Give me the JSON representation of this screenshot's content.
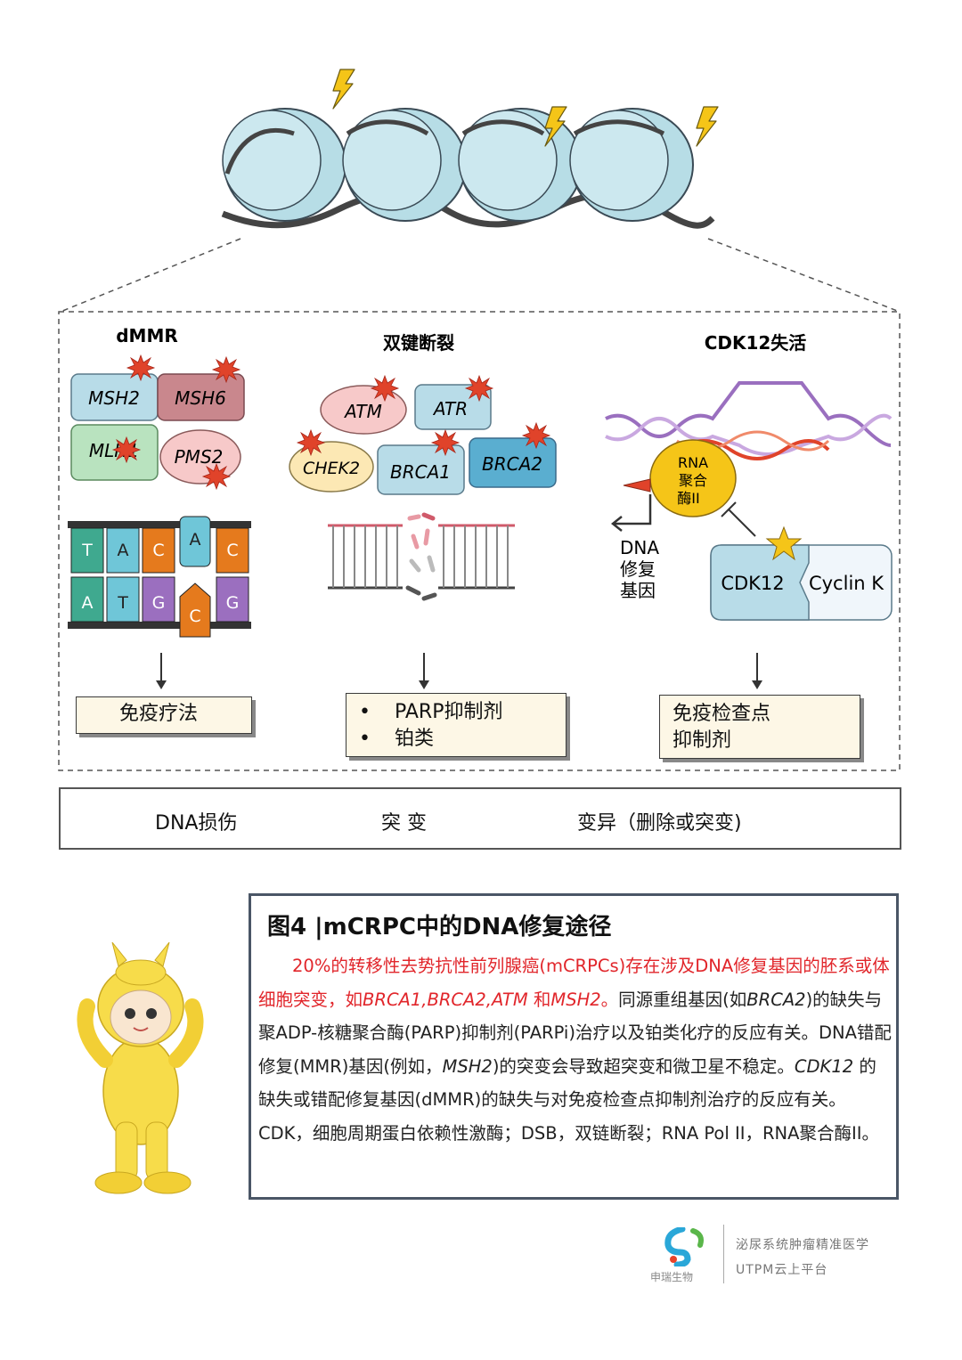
{
  "panels": {
    "dmmr": {
      "title": "dMMR",
      "proteins": [
        "MSH2",
        "MSH6",
        "MLH1",
        "PMS2"
      ],
      "bases_top": [
        "T",
        "A",
        "C",
        "A",
        "C"
      ],
      "bases_bottom": [
        "A",
        "T",
        "G",
        "C",
        "G"
      ],
      "outcome": [
        "免疫疗法"
      ]
    },
    "dsb": {
      "title": "双键断裂",
      "proteins": [
        "ATM",
        "ATR",
        "CHEK2",
        "BRCA1",
        "BRCA2"
      ],
      "outcome": [
        "PARP抑制剂",
        "铂类"
      ]
    },
    "cdk12": {
      "title": "CDK12失活",
      "rna_pol": [
        "RNA",
        "聚合",
        "酶II"
      ],
      "dna_repair_gene": [
        "DNA",
        "修复",
        "基因"
      ],
      "cdk_label": "CDK12",
      "cyclin_label": "Cyclin K",
      "outcome": [
        "免疫检查点",
        "抑制剂"
      ]
    }
  },
  "legend": {
    "dna_damage": "DNA损伤",
    "mutation": "突 变",
    "alteration": "变异（删除或突变)"
  },
  "caption": {
    "title": "图4 |mCRPC中的DNA修复途径",
    "red_part1": "20%的转移性去势抗性前列腺癌(mCRPCs)存在涉及DNA修复基因的胚系或体细胞突变，如",
    "red_genes": "BRCA1,BRCA2,ATM",
    "red_and": "和",
    "red_msh2": "MSH2",
    "red_end": "。",
    "body1": "同源重组基因(如",
    "brca2": "BRCA2",
    "body2": ")的缺失与聚ADP-核糖聚合酶(PARP)抑制剂(PARPi)治疗以及铂类化疗的反应有关。DNA错配修复(MMR)基因(例如，",
    "msh2": "MSH2",
    "body3": ")的突变会导致超突变和微卫星不稳定。",
    "cdk12": "CDK12",
    "body4": "的缺失或错配修复基因(dMMR)的缺失与对免疫检查点抑制剂治疗的反应有关。CDK，细胞周期蛋白依赖性激酶；DSB，双链断裂；RNA Pol II，RNA聚合酶II。"
  },
  "footer": {
    "brand": "申瑞生物",
    "line1": "泌尿系统肿瘤精准医学",
    "line2": "UTPM云上平台"
  },
  "colors": {
    "nucleosome": "#b7dde6",
    "bolt": "#f5c518",
    "burst": "#e0432a",
    "rna_pol": "#f5c518",
    "cdk": "#b8dce8"
  }
}
